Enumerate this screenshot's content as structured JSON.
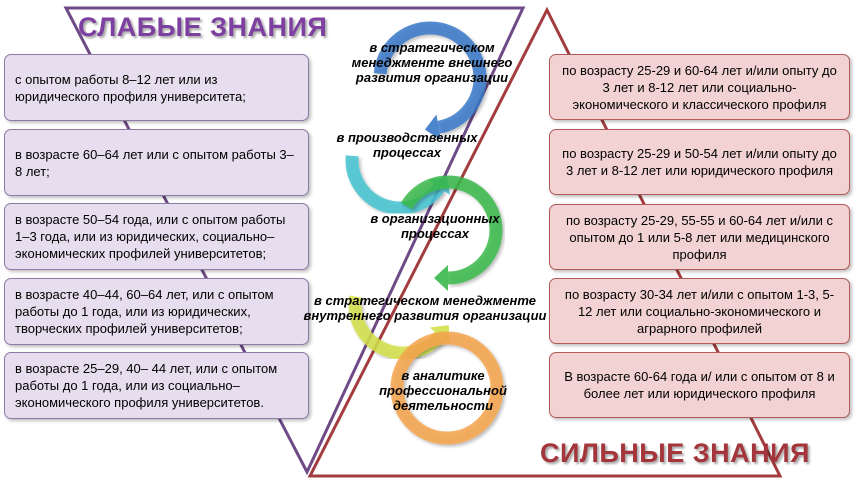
{
  "titles": {
    "weak": "СЛАБЫЕ ЗНАНИЯ",
    "strong": "СИЛЬНЫЕ ЗНАНИЯ"
  },
  "colors": {
    "weak_accent": "#7d3fa0",
    "strong_accent": "#a3353b",
    "left_box_fill": "#e6deee",
    "right_box_fill": "#f2d2d2",
    "arrow_colors": [
      "#3a78c8",
      "#47c4d0",
      "#3ab84a",
      "#d4e04a",
      "#f5a44c"
    ]
  },
  "weak_items": [
    "с опытом работы 8–12  лет или   из юридического профиля университета;",
    "в возрасте 60–64  лет или с опытом работы 3–8 лет;",
    "в возрасте 50–54  года, или с опытом работы 1–3 года, или из юридических, социально–экономических профилей университетов;",
    "в возрасте 40–44,  60–64  лет, или с опытом работы до 1 года, или из юридических, творческих профилей университетов;",
    "в возрасте 25–29,  40– 44 лет, или с опытом работы до 1 года, или из социально–экономического профиля университетов."
  ],
  "strong_items": [
    "по возрасту 25-29  и 60-64  лет  и/или опыту до 3 лет и 8-12  лет или социально-экономического и классического профиля",
    "по возрасту 25-29  и 50-54  лет и/или опыту до 3 лет и 8-12 лет или юридического профиля",
    "по возрасту 25-29,  55-55  и 60-64  лет и/или с опытом до 1 или 5-8  лет или медицинского профиля",
    "по возрасту 30-34  лет и/или с опытом 1-3,  5-12  лет или социально-экономического и аграрного профилей",
    "В возрасте 60-64 года и/ или с опытом от 8 и более лет или юридического профиля"
  ],
  "cycle_labels": [
    [
      "в стратегическом",
      "менеджменте внешнего",
      "развития организации"
    ],
    [
      "в производственных",
      "процессах"
    ],
    [
      "в организационных",
      "процессах"
    ],
    [
      "в стратегическом менеджменте",
      "внутреннего  развития организации"
    ],
    [
      "в аналитике",
      "профессиональной",
      "деятельности"
    ]
  ]
}
